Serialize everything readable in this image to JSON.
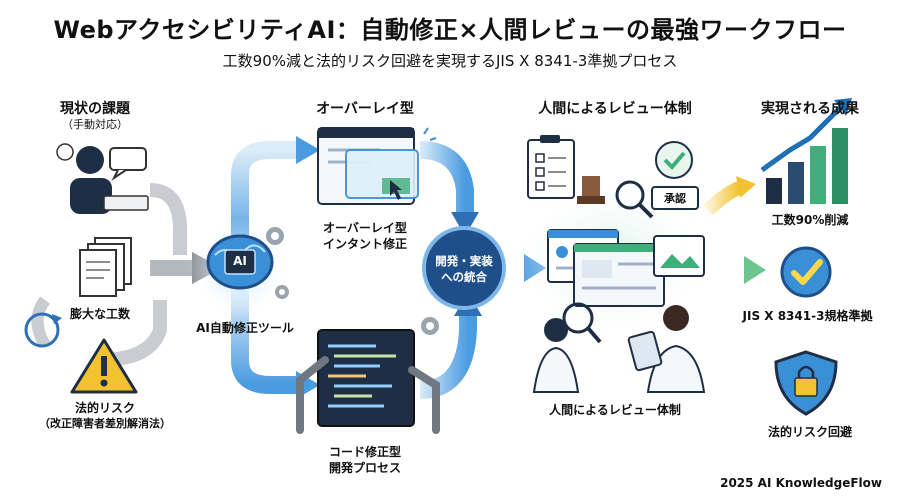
{
  "header": {
    "title": "WebアクセシビリティAI：自動修正×人間レビューの最強ワークフロー",
    "subtitle": "工数90%減と法的リスク回避を実現するJIS X 8341-3準拠プロセス"
  },
  "current_issues": {
    "heading": "現状の課題",
    "subheading": "（手動対応）",
    "workload_label": "膨大な工数",
    "legal_label": "法的リスク",
    "legal_sub": "（改正障害者差別解消法）"
  },
  "ai_tool": {
    "badge": "AI",
    "label": "AI自動修正ツール"
  },
  "overlay": {
    "heading": "オーバーレイ型",
    "label_line1": "オーバーレイ型",
    "label_line2": "インタント修正"
  },
  "code_fix": {
    "label_line1": "コード修正型",
    "label_line2": "開発プロセス"
  },
  "integration": {
    "line1": "開発・実装",
    "line2": "への統合"
  },
  "human_review": {
    "heading": "人間によるレビュー体制",
    "stamp_text": "承認",
    "label": "人間によるレビュー体制"
  },
  "results": {
    "heading": "実現される成果",
    "reduction_label": "工数90%削減",
    "jis_label": "JIS X 8341-3規格準拠",
    "risk_label": "法的リスク回避"
  },
  "footer": {
    "credit": "2025 AI KnowledgeFlow"
  },
  "colors": {
    "flow_blue": "#3b8fd6",
    "dark_navy": "#1e2f45",
    "accent_green": "#3fae7a",
    "warning_yellow": "#f2c230",
    "panel_gray": "#e9edf2"
  }
}
